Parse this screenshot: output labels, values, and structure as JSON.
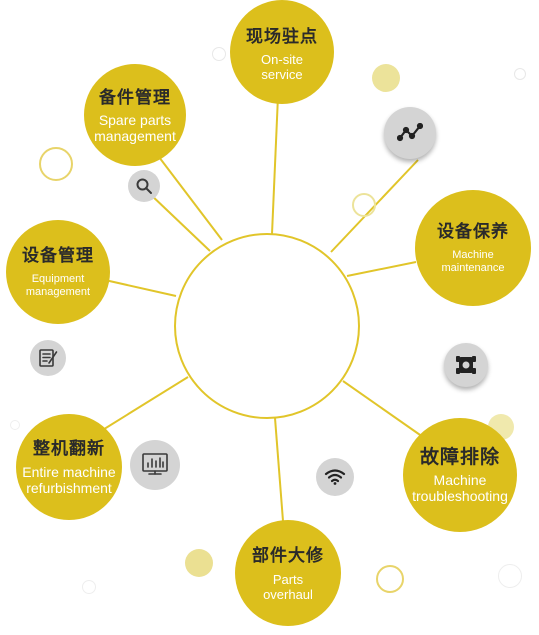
{
  "colors": {
    "accent": "#dcbf1c",
    "line": "#e1c52a",
    "deco_fill": "#ece39a",
    "icon_badge": "#d4d4d4",
    "icon_stroke": "#3a3a3a",
    "chinese_text": "#2a2a2a",
    "english_text": "#ffffff"
  },
  "hub": {
    "label": ""
  },
  "services": [
    {
      "id": "onsite",
      "zh": "现场驻点",
      "en": [
        "On-site",
        "service"
      ]
    },
    {
      "id": "spare",
      "zh": "备件管理",
      "en": [
        "Spare parts",
        "management"
      ]
    },
    {
      "id": "equipment",
      "zh": "设备管理",
      "en": [
        "Equipment",
        "management"
      ]
    },
    {
      "id": "maintenance",
      "zh": "设备保养",
      "en": [
        "Machine",
        "maintenance"
      ]
    },
    {
      "id": "troubleshoot",
      "zh": "故障排除",
      "en": [
        "Machine",
        "troubleshooting"
      ]
    },
    {
      "id": "refurb",
      "zh": "整机翻新",
      "en": [
        "Entire machine",
        "refurbishment"
      ]
    },
    {
      "id": "overhaul",
      "zh": "部件大修",
      "en": [
        "Parts",
        "overhaul"
      ]
    }
  ],
  "icons": [
    {
      "name": "search-icon"
    },
    {
      "name": "trend-line-icon"
    },
    {
      "name": "document-edit-icon"
    },
    {
      "name": "machine-chip-icon"
    },
    {
      "name": "monitor-chart-icon"
    },
    {
      "name": "wifi-signal-icon"
    }
  ]
}
